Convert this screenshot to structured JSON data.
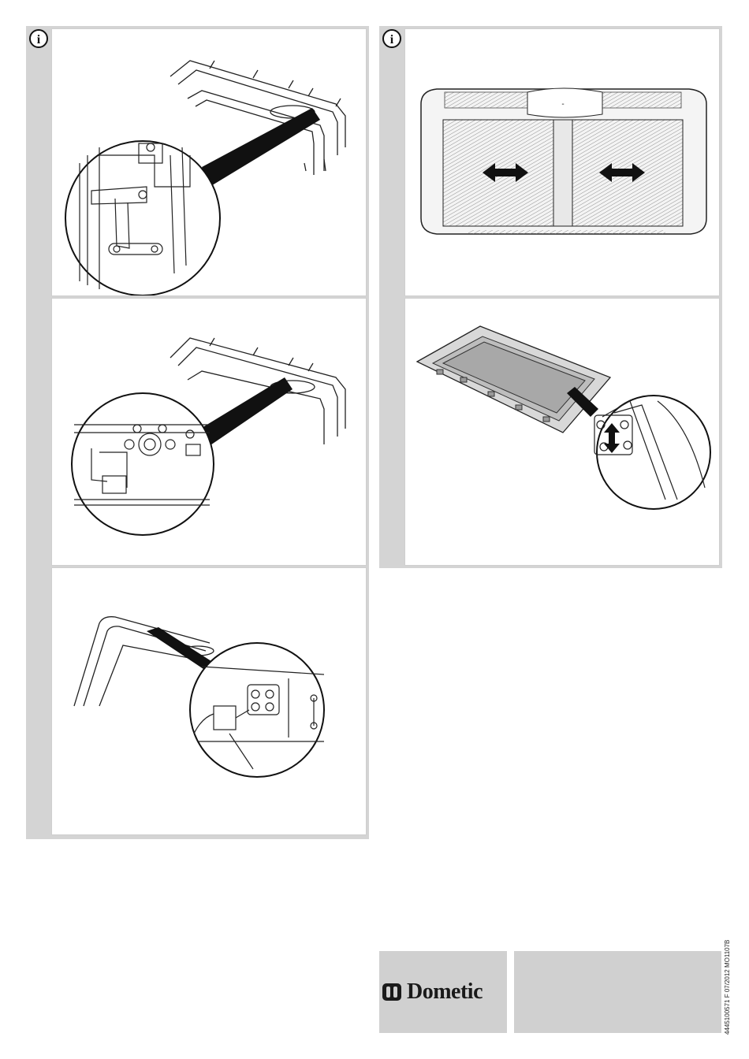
{
  "info_icon_glyph": "i",
  "brand": {
    "name": "Dometic"
  },
  "footer": {
    "doc_number": "4445100571 F  07/2012  MO1107B"
  },
  "colors": {
    "panel_gray": "#d4d4d4",
    "footer_gray": "#d0d0d0",
    "line": "#222222"
  },
  "icons": [
    "info-icon",
    "double-arrow-icon",
    "dometic-logo-icon"
  ]
}
